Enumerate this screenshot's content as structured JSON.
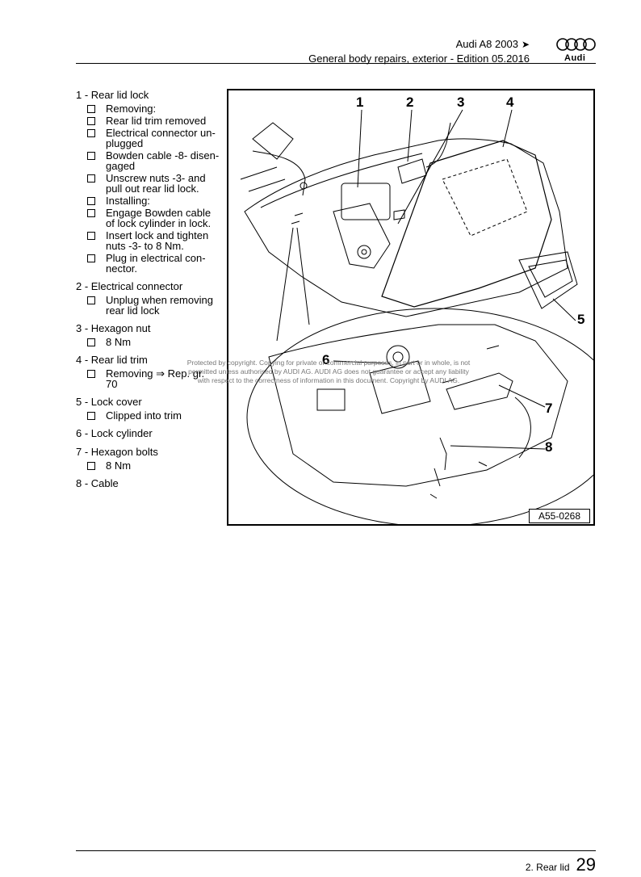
{
  "header": {
    "model": "Audi A8 2003",
    "subtitle": "General body repairs, exterior - Edition 05.2016",
    "logo_text": "Audi"
  },
  "legend": [
    {
      "title": "1 - Rear lid lock",
      "steps": [
        "Removing:",
        "Rear lid trim removed",
        "Electrical connector un-\nplugged",
        "Bowden cable -8- disen-\ngaged",
        "Unscrew nuts -3- and\npull out rear lid lock.",
        "Installing:",
        "Engage Bowden cable\nof lock cylinder in lock.",
        "Insert lock and tighten\nnuts -3- to 8 Nm.",
        "Plug in electrical con-\nnector."
      ]
    },
    {
      "title": "2 - Electrical connector",
      "steps": [
        "Unplug when removing\nrear lid lock"
      ]
    },
    {
      "title": "3 - Hexagon nut",
      "steps": [
        "8 Nm"
      ]
    },
    {
      "title": "4 - Rear lid trim",
      "steps": [
        "Removing ⇒  Rep. gr.\n70"
      ]
    },
    {
      "title": "5 - Lock cover",
      "steps": [
        "Clipped into trim"
      ]
    },
    {
      "title": "6 - Lock cylinder",
      "steps": []
    },
    {
      "title": "7 - Hexagon bolts",
      "steps": [
        "8 Nm"
      ]
    },
    {
      "title": "8 - Cable",
      "steps": []
    }
  ],
  "figure": {
    "callouts": [
      "1",
      "2",
      "3",
      "4",
      "5",
      "6",
      "7",
      "8"
    ],
    "id": "A55-0268"
  },
  "watermark": {
    "line1": "Protected by copyright. Copying for private or commercial purposes, in part or in whole, is not",
    "line2": "permitted unless authorised by AUDI AG. AUDI AG does not guarantee or accept any liability",
    "line3": "with respect to the correctness of information in this document. Copyright by AUDI AG."
  },
  "footer": {
    "section": "2. Rear lid",
    "page": "29"
  }
}
